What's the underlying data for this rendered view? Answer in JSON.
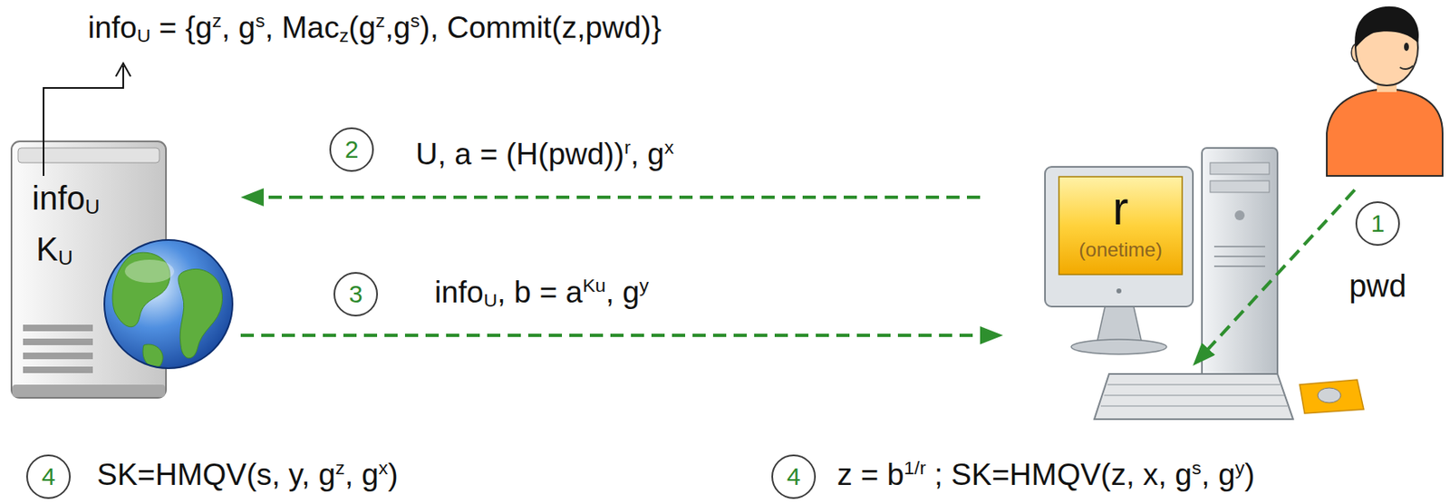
{
  "diagram": {
    "nodes": [
      {
        "text": [
          "infoU",
          "KU"
        ]
      },
      {
        "text": [
          "r",
          "(onetime)"
        ]
      },
      {
        "text": [
          "pwd"
        ]
      },
      {
        "text": [
          "1"
        ]
      },
      {
        "text": [
          "2"
        ]
      },
      {
        "text": [
          "3"
        ]
      },
      {
        "text": [
          "4"
        ]
      },
      {
        "text": [
          "4"
        ]
      }
    ],
    "edges": [
      {
        "from": 1,
        "to": 0,
        "arrow": "to",
        "label": "U, a = (H(pwd))r, gx"
      },
      {
        "from": 0,
        "to": 1,
        "arrow": "to",
        "label": "infoU, b = aKu, gy"
      },
      {
        "from": 2,
        "to": 1,
        "arrow": "to"
      }
    ],
    "labels": [
      "infoU = {gz, gs, Macz(gz,gs), Commit(z,pwd)}",
      "SK=HMQV(s, y, gz, gx)",
      "z = b1/r ; SK=HMQV(z, x, gs, gy)"
    ]
  }
}
